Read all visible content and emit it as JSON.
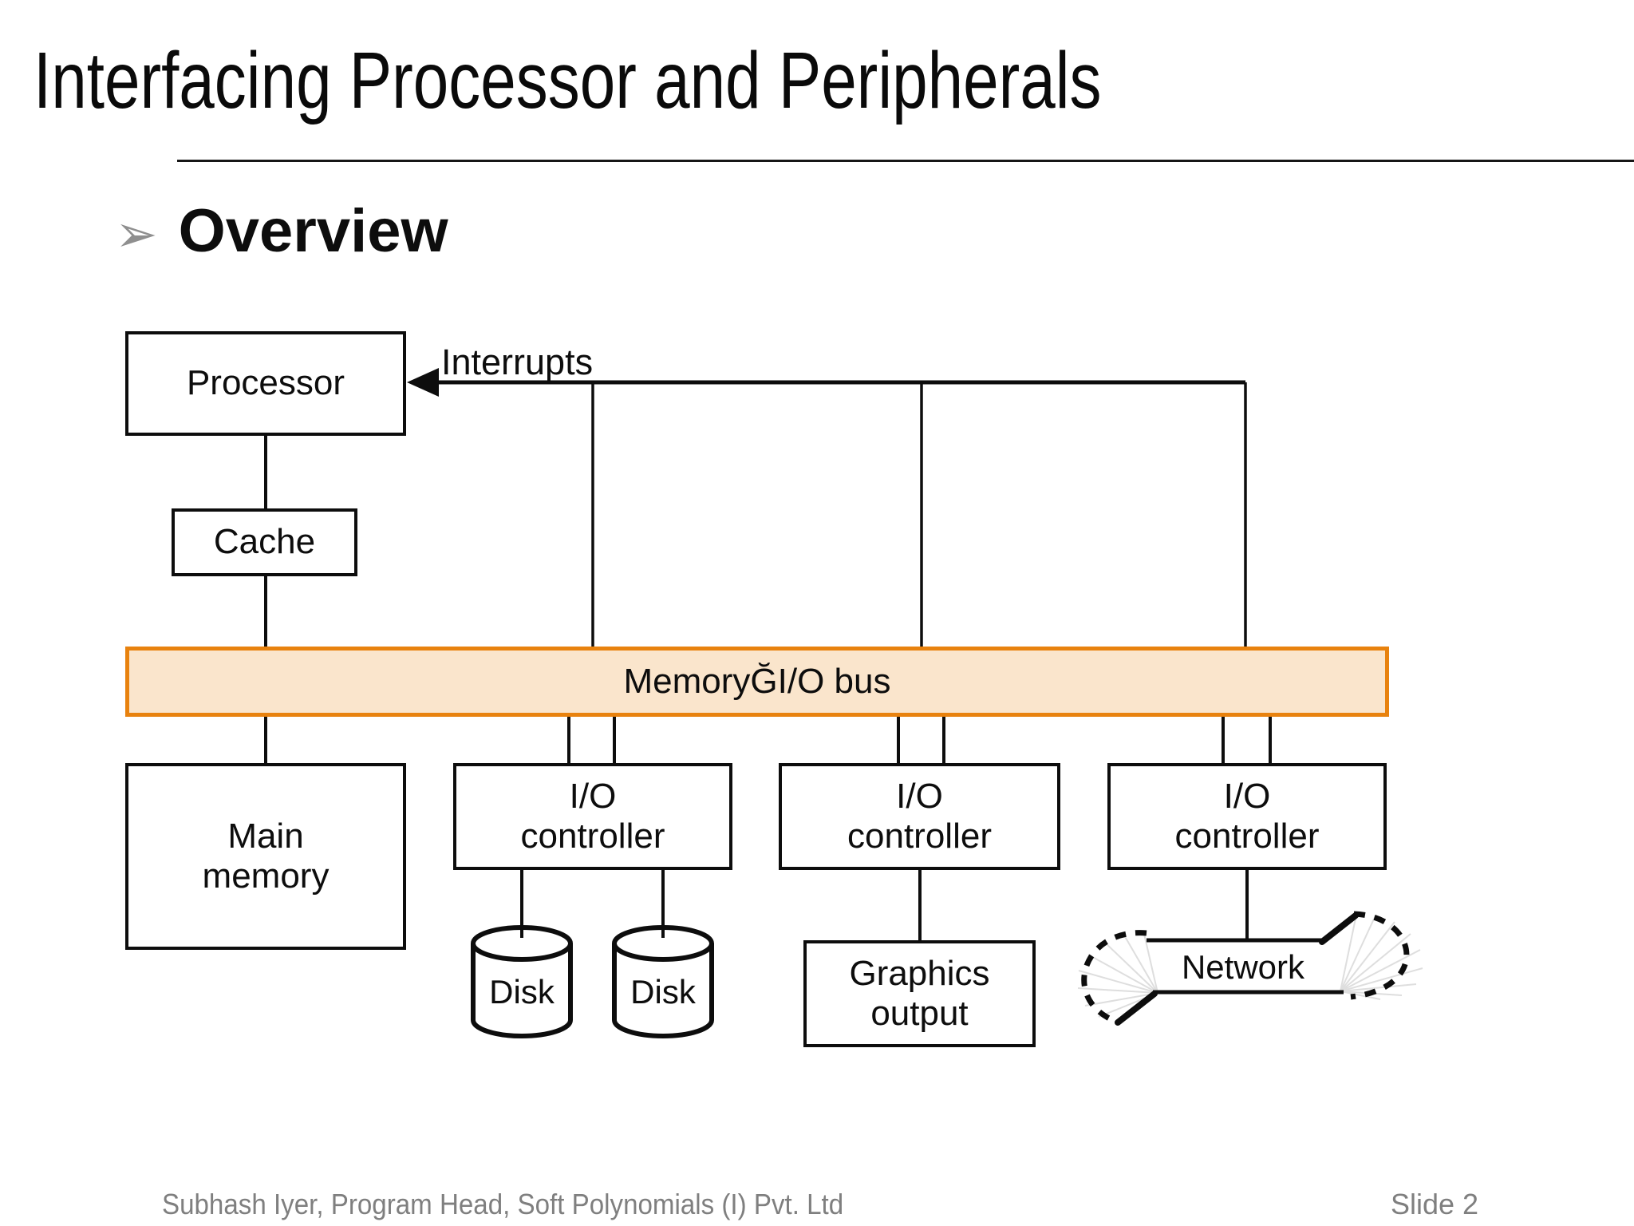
{
  "slide": {
    "title": "Interfacing Processor and Peripherals",
    "bullet_glyph": "➢",
    "section_heading": "Overview",
    "footer_credit": "Subhash Iyer, Program Head, Soft Polynomials (I) Pvt. Ltd",
    "slide_number": "Slide 2"
  },
  "colors": {
    "bus_fill": "#FAE5CC",
    "bus_border": "#E8820E",
    "line_black": "#0D0D0D",
    "footer_gray": "#7F7F7F",
    "bullet_gray": "#8F8F8F"
  },
  "diagram": {
    "interrupts_label": "Interrupts",
    "bus_label": "MemoryĞI/O bus",
    "processor_label": "Processor",
    "cache_label": "Cache",
    "main_memory_label": "Main\nmemory",
    "io_controller_1_label": "I/O\ncontroller",
    "io_controller_2_label": "I/O\ncontroller",
    "io_controller_3_label": "I/O\ncontroller",
    "disk_1_label": "Disk",
    "disk_2_label": "Disk",
    "graphics_output_label": "Graphics\noutput",
    "network_label": "Network"
  }
}
